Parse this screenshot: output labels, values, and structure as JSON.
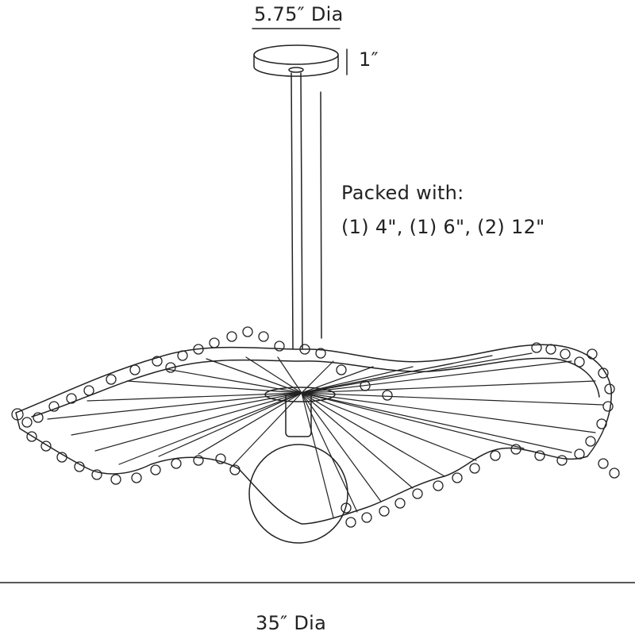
{
  "dimensions": {
    "canopy_diameter": "5.75″ Dia",
    "canopy_height": "1″",
    "overall_diameter": "35″ Dia"
  },
  "note": {
    "line1": "Packed with:",
    "line2": "(1) 4\", (1) 6\", (2) 12\""
  }
}
